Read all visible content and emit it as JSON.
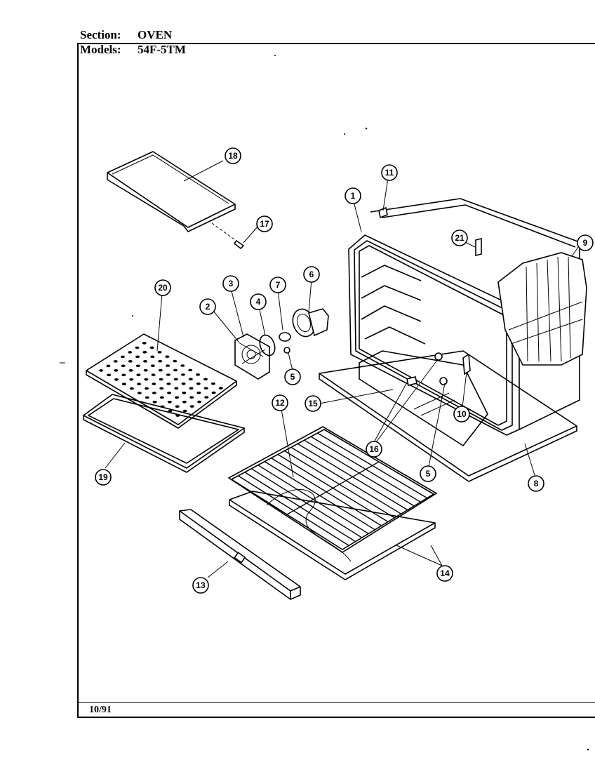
{
  "header": {
    "section_label": "Section:",
    "section_value": "OVEN",
    "models_label": "Models:",
    "models_value": "54F-5TM"
  },
  "footer": {
    "date": "10/91"
  },
  "callouts": [
    "1",
    "2",
    "3",
    "4",
    "5",
    "5",
    "6",
    "7",
    "8",
    "9",
    "10",
    "11",
    "12",
    "13",
    "14",
    "15",
    "16",
    "17",
    "18",
    "19",
    "20",
    "21"
  ]
}
